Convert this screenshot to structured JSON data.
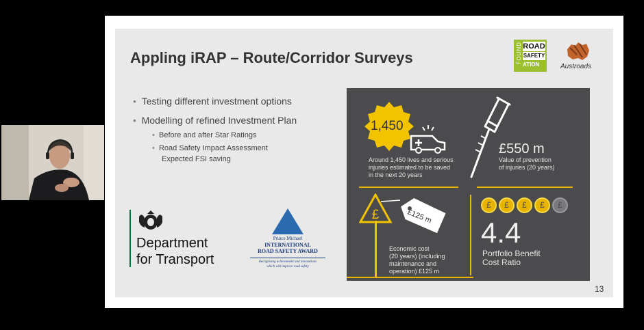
{
  "slide": {
    "title": "Appling iRAP – Route/Corridor Surveys",
    "page_number": "13",
    "bullets": [
      {
        "text": "Testing different investment options",
        "level": 1
      },
      {
        "text": "Modelling of refined Investment Plan",
        "level": 1
      },
      {
        "text": "Before and after Star Ratings",
        "level": 2
      },
      {
        "text": "Road Safety Impact Assessment",
        "level": 2
      },
      {
        "text": "Expected FSI saving",
        "level": 2
      }
    ],
    "logos": {
      "dft_line1": "Department",
      "dft_line2": "for Transport",
      "rsf_road": "ROAD",
      "rsf_safety": "SAFETY",
      "rsf_foundation_left": "FOUND",
      "rsf_foundation_bottom": "ATION",
      "austroads": "Austroads",
      "award_line0": "Prince Michael",
      "award_line1": "INTERNATIONAL",
      "award_line2": "ROAD SAFETY AWARD",
      "award_tagline1": "Recognising achievement and innovations",
      "award_tagline2": "which will improve road safety"
    },
    "infographic": {
      "lives_value": "1,450",
      "lives_text": [
        "Around 1,450 lives and serious",
        "injuries estimated to be saved",
        "in the next 20 years"
      ],
      "injury_value": "£550 m",
      "injury_text": [
        "Value of prevention",
        "of injuries (20 years)"
      ],
      "cost_tag": "£125 m",
      "cost_text": [
        "Economic cost",
        "(20 years) (including",
        "maintenance and",
        "operation) £125 m"
      ],
      "bcr_value": "4.4",
      "bcr_text": [
        "Portfolio Benefit",
        "Cost Ratio"
      ],
      "coin_symbol": "£",
      "coins_full": 4,
      "coins_total": 5
    }
  },
  "colors": {
    "accent_yellow": "#e8b400",
    "infographic_bg": "#4b4b4e",
    "rsf_green": "#9bbf2f"
  },
  "icons": [
    "crown-crest-icon",
    "ambulance-icon",
    "crutch-icon",
    "warning-sign-icon",
    "price-tag-icon",
    "pound-coin-icon",
    "australia-map-icon",
    "triangle-award-icon"
  ]
}
